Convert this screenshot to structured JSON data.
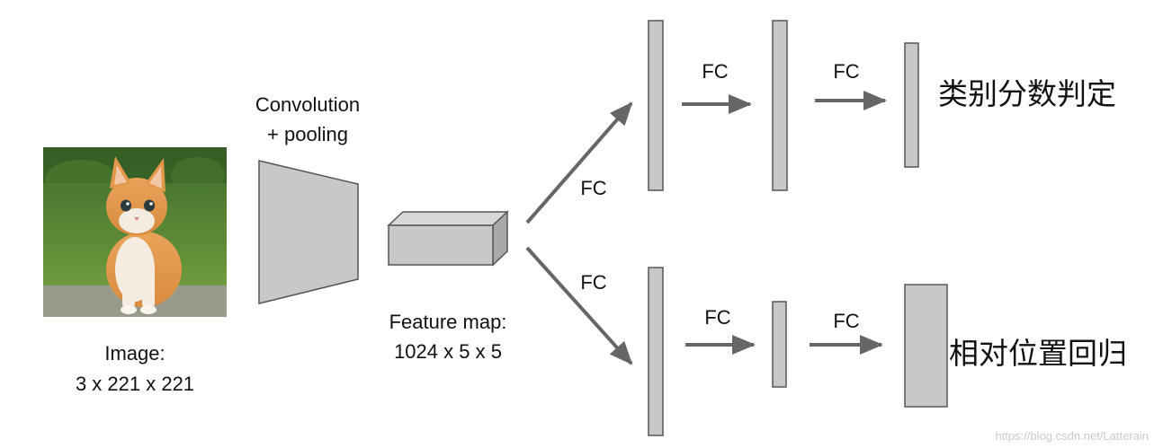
{
  "input": {
    "image_label_line1": "Image:",
    "image_label_line2": "3 x 221 x 221",
    "photo_subject": "kitten-photo"
  },
  "conv": {
    "label_line1": "Convolution",
    "label_line2": "+ pooling"
  },
  "feature_map": {
    "label_line1": "Feature map:",
    "label_line2": "1024 x 5 x 5"
  },
  "top_branch": {
    "fc1_label": "FC",
    "fc2_label": "FC",
    "fc3_label": "FC",
    "output_label": "类别分数判定"
  },
  "bottom_branch": {
    "fc1_label": "FC",
    "fc2_label": "FC",
    "fc3_label": "FC",
    "output_label": "相对位置回归"
  },
  "watermark": "https://blog.csdn.net/Latterain",
  "colors": {
    "layer_fill": "#c8c8c8",
    "layer_stroke": "#555555",
    "arrow": "#666666"
  }
}
